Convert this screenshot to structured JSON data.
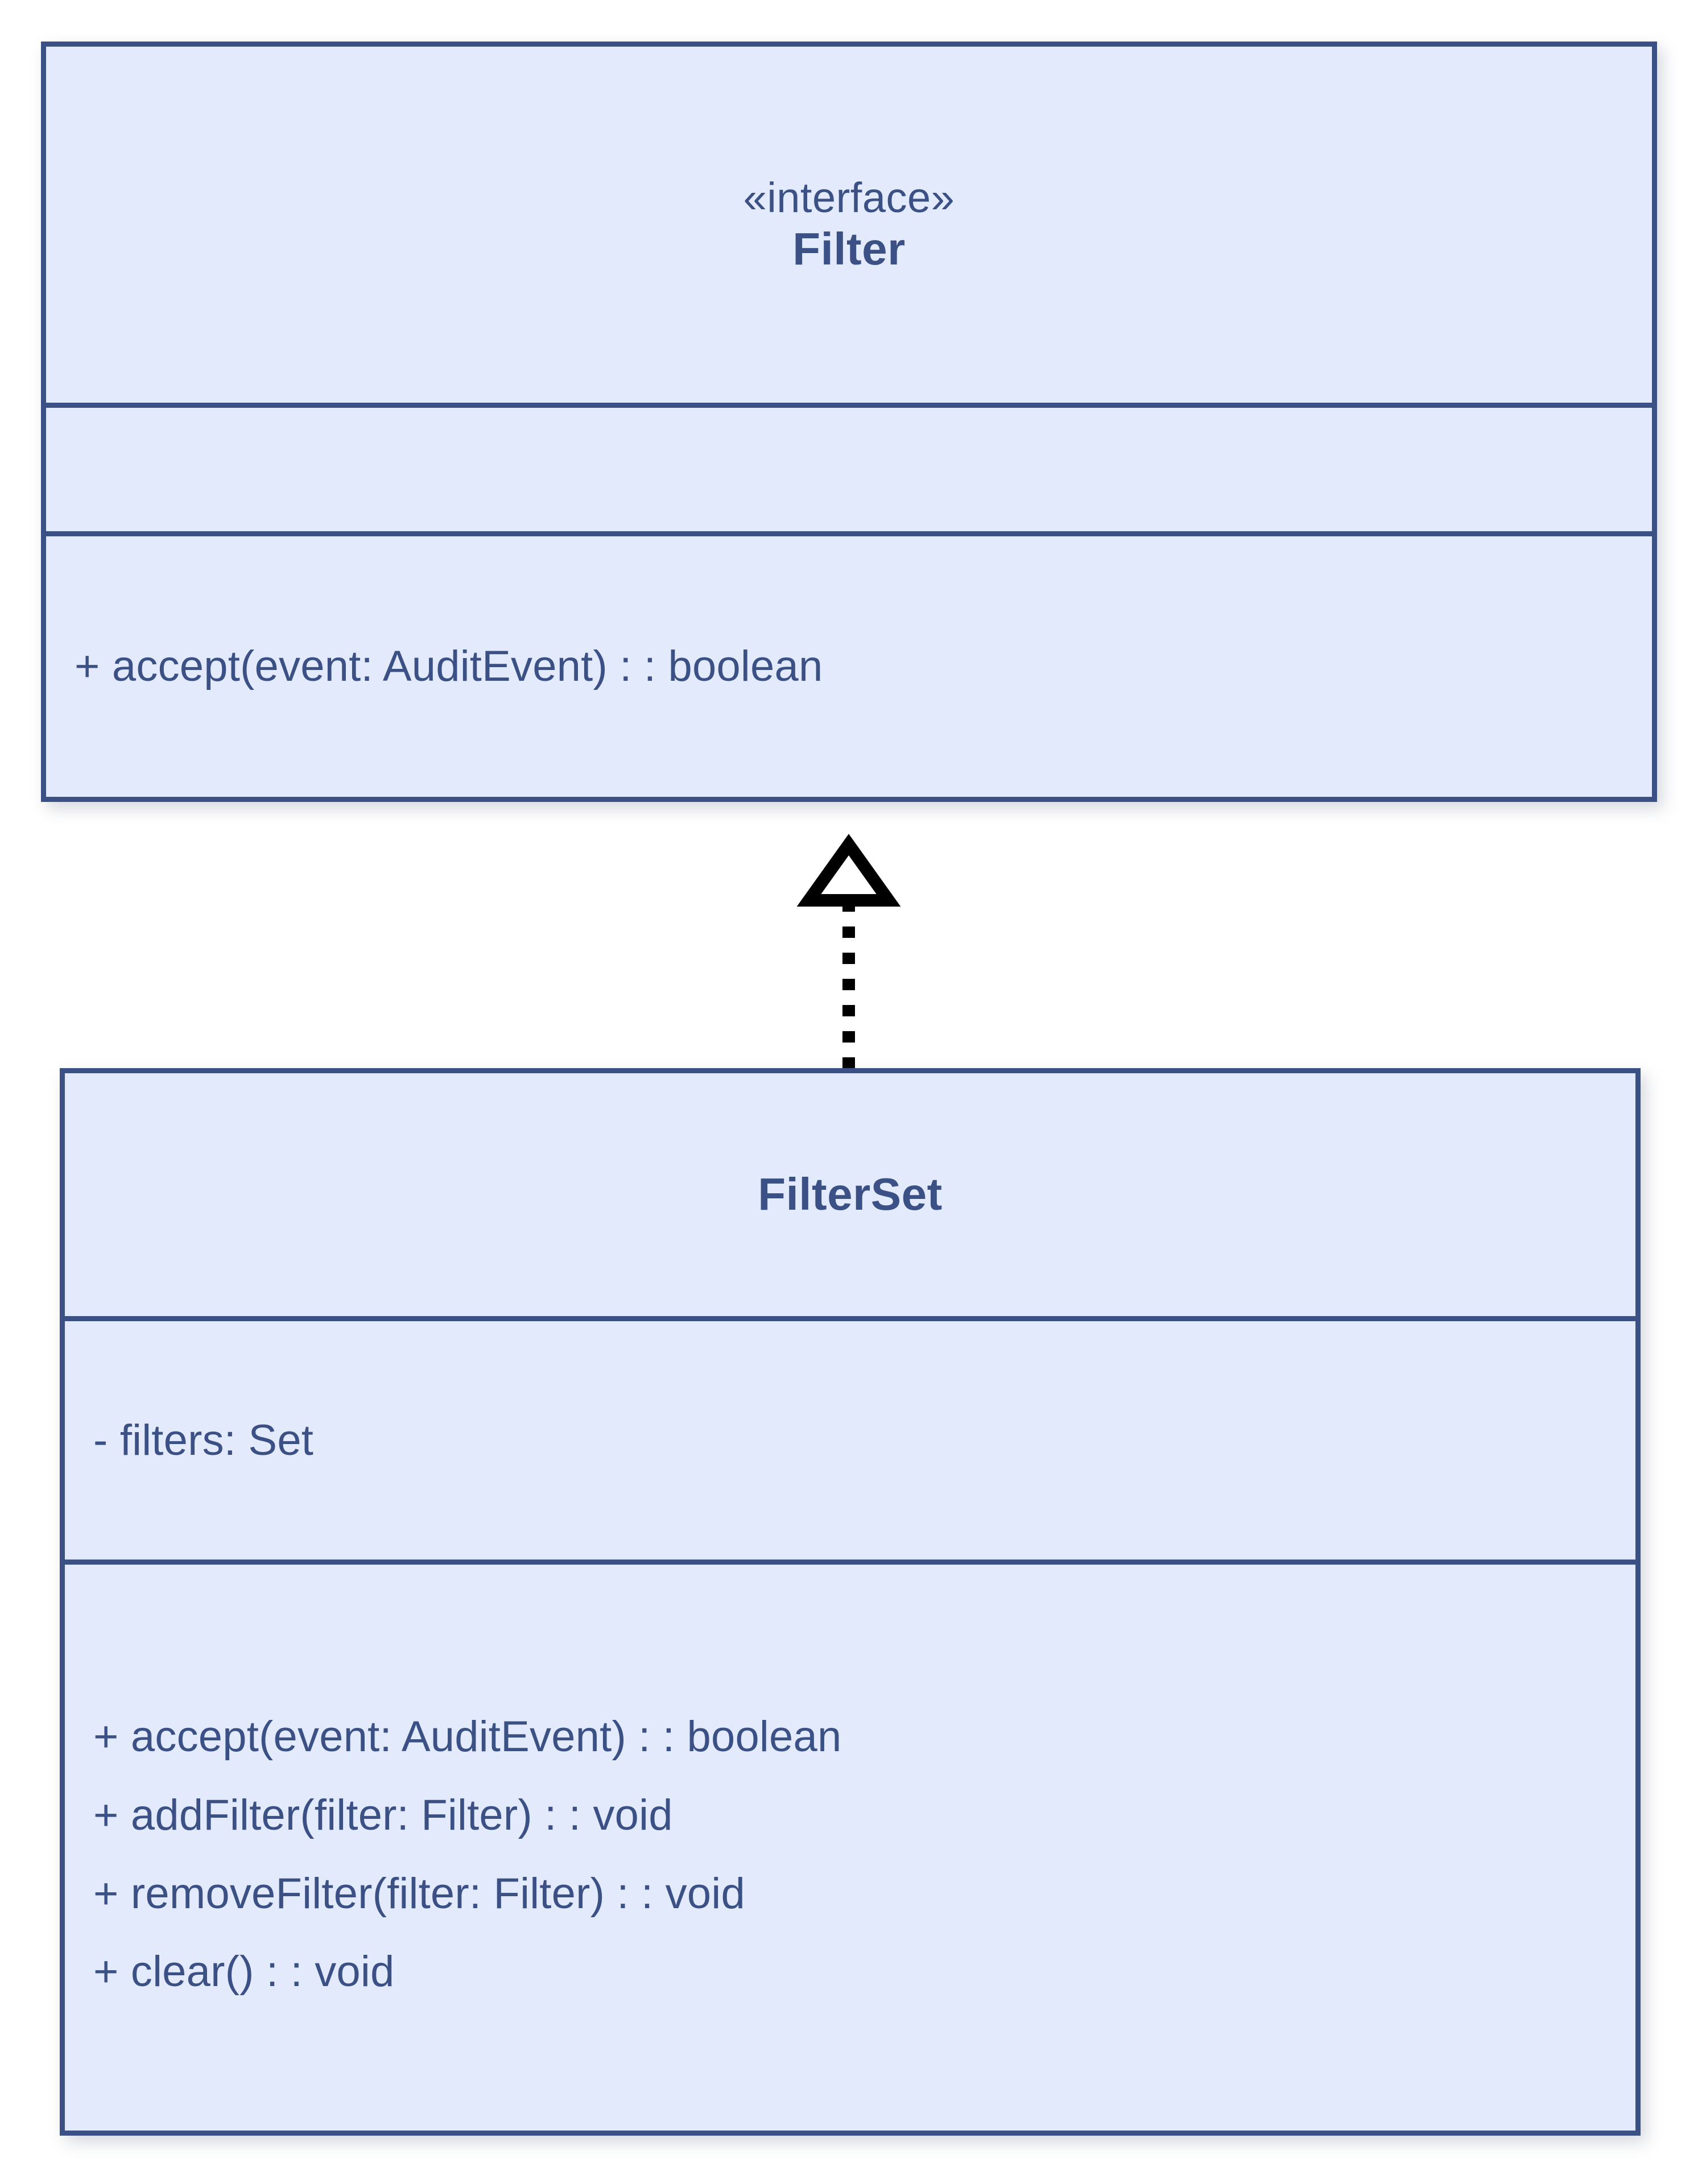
{
  "diagram": {
    "type": "uml-class-diagram",
    "background_color": "#ffffff",
    "class_fill_color": "#e3eafb",
    "class_border_color": "#3b5186",
    "text_color": "#3b5186",
    "connector_color": "#000000",
    "classes": [
      {
        "id": "filter",
        "stereotype": "«interface»",
        "name": "Filter",
        "attributes": [],
        "methods": [
          "+ accept(event: AuditEvent) : : boolean"
        ]
      },
      {
        "id": "filterset",
        "stereotype": "",
        "name": "FilterSet",
        "attributes": [
          "- filters: Set"
        ],
        "methods": [
          "+ accept(event: AuditEvent) : : boolean",
          "+ addFilter(filter: Filter) : : void",
          "+ removeFilter(filter: Filter) : : void",
          "+ clear() : : void"
        ]
      }
    ],
    "relationships": [
      {
        "id": "filterset-realizes-filter",
        "kind": "realization",
        "source": "FilterSet",
        "target": "Filter",
        "line_style": "dashed",
        "arrow_head": "hollow-triangle",
        "label": ""
      }
    ]
  }
}
